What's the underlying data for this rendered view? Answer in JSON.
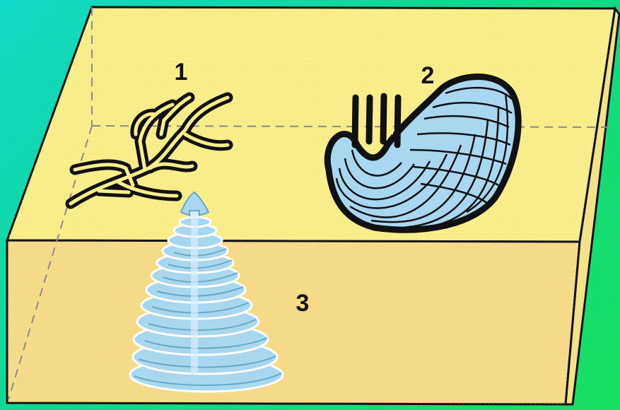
{
  "colors": {
    "background_start": "#14d8c8",
    "background_end": "#18e060",
    "top_face": "#f8ee8c",
    "front_face": "#f6dc8a",
    "right_face": "#f4e28a",
    "outline": "#111111",
    "hidden_edge": "#8c8c8c",
    "burrow_fill": "#a8d8f0"
  },
  "labels": {
    "burrow_1": "1",
    "burrow_2": "2",
    "burrow_3": "3"
  },
  "icons": {
    "burrow_1": "branching-burrow-icon",
    "burrow_2": "u-shaped-burrow-icon",
    "burrow_3": "spiral-cone-burrow-icon"
  }
}
